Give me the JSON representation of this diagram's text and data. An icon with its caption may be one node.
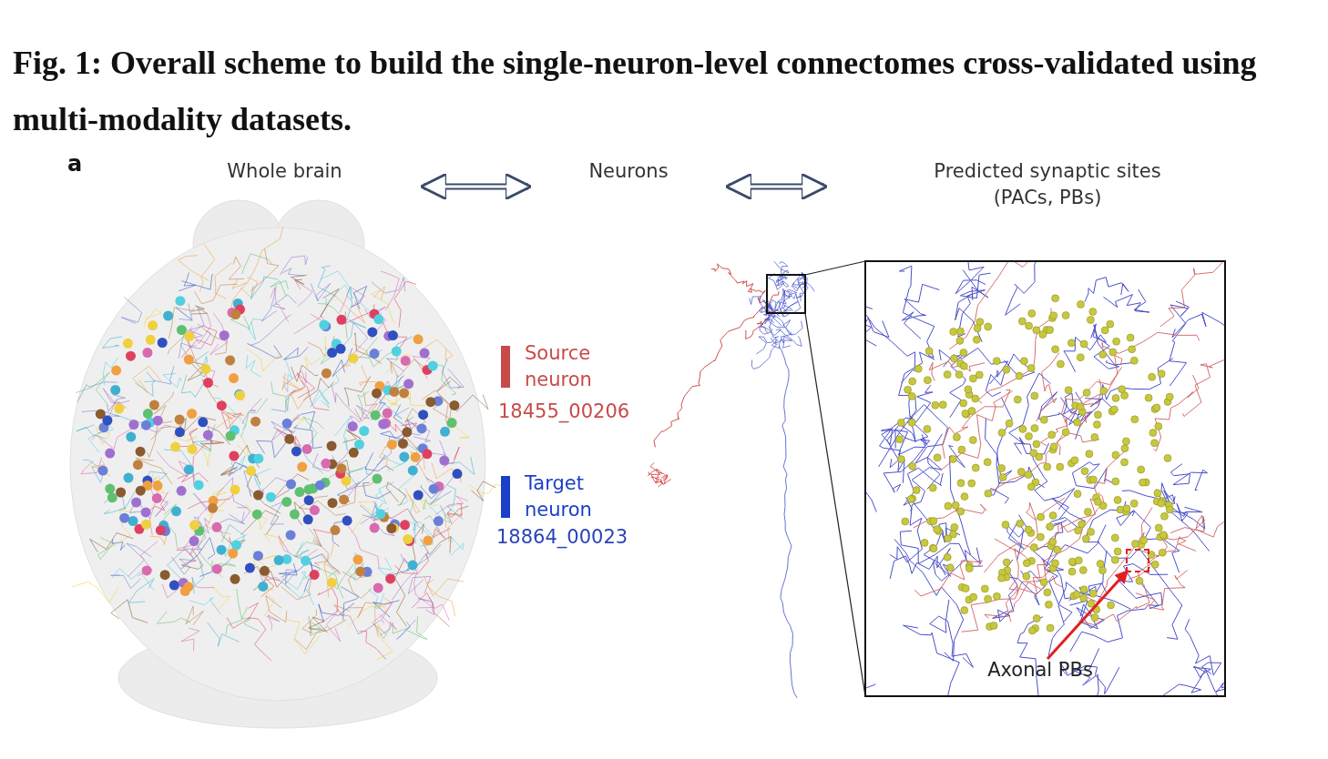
{
  "diagram": {
    "title": "Fig. 1: Overall scheme to build the single-neuron-level connectomes cross-validated using multi-modality datasets.",
    "nodes": [
      {
        "text": [
          "Whole brain"
        ]
      },
      {
        "text": [
          "Neurons"
        ]
      },
      {
        "text": [
          "Predicted synaptic sites (PACs, PBs)"
        ]
      },
      {
        "text": [
          "Axonal PBs"
        ]
      },
      {
        "text": [],
        "shape": "box"
      }
    ],
    "edges": [
      {
        "from": 0,
        "to": 1,
        "arrow": "both"
      },
      {
        "from": 1,
        "to": 2,
        "arrow": "both"
      },
      {
        "from": 3,
        "to": 4,
        "arrow": "to",
        "color": "#e02020"
      }
    ],
    "labels": [
      "a",
      "18455_00206",
      "18864_00023"
    ],
    "legend": [
      {
        "text": "Source neuron",
        "color": "#c84a4a"
      },
      {
        "text": "Target neuron",
        "color": "#1a3fc8"
      }
    ]
  }
}
